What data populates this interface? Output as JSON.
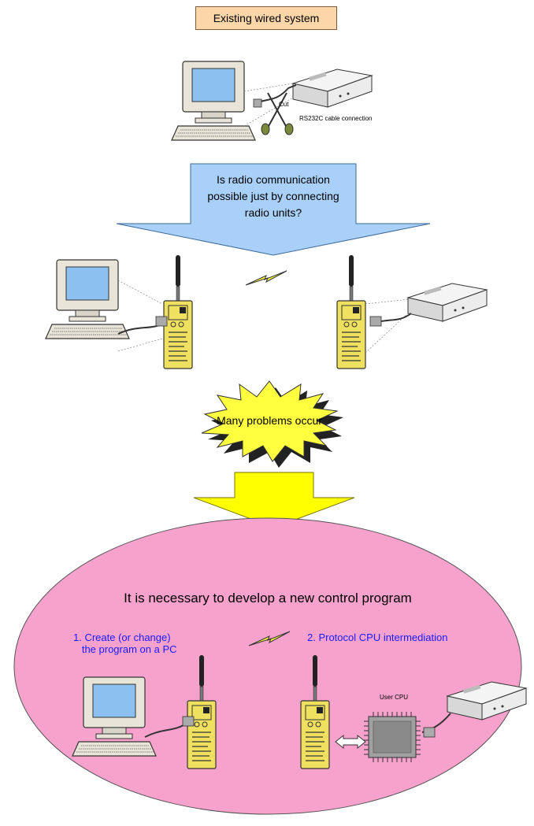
{
  "title": "Existing wired system",
  "cut_label": "Cut",
  "cable_label": "RS232C cable connection",
  "question": "Is radio communication possible just by connecting radio units?",
  "burst_label": "Many problems occur",
  "conclusion": "It is necessary to develop a new control program",
  "step1": "1. Create (or change)\n   the program on a PC",
  "step2": "2. Protocol CPU intermediation",
  "cpu_label": "User CPU",
  "colors": {
    "title_fill": "#fbd6a8",
    "arrow_blue": "#a8d0f8",
    "arrow_yellow": "#ffff00",
    "burst_fill": "#ffff40",
    "ellipse_fill": "#f7a2cc",
    "radio_fill": "#f0e060",
    "step_text": "#1a1aff"
  }
}
